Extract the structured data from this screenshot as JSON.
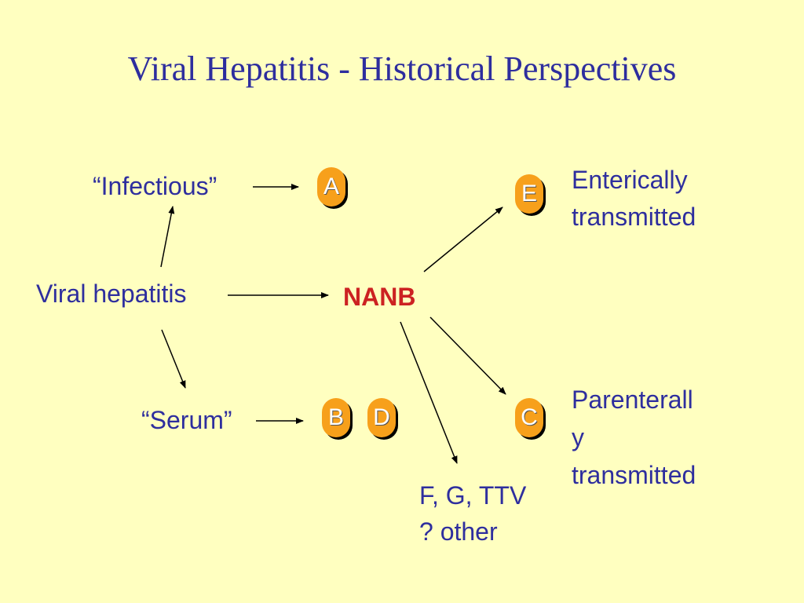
{
  "title": "Viral Hepatitis - Historical Perspectives",
  "nodes": {
    "infectious": "“Infectious”",
    "viral_hepatitis": "Viral hepatitis",
    "serum": "“Serum”",
    "nanb": "NANB",
    "a": "A",
    "b": "B",
    "d": "D",
    "e": "E",
    "c": "C",
    "enteric_line1": "Enterically",
    "enteric_line2": "transmitted",
    "parenteral_line1": "Parenterall",
    "parenteral_line2": "y",
    "parenteral_line3": "transmitted",
    "other_line1": "F, G, TTV",
    "other_line2": "? other"
  },
  "colors": {
    "background": "#ffffc0",
    "text": "#2e2e9e",
    "nanb": "#cc2222",
    "badge": "#f7a01b"
  }
}
